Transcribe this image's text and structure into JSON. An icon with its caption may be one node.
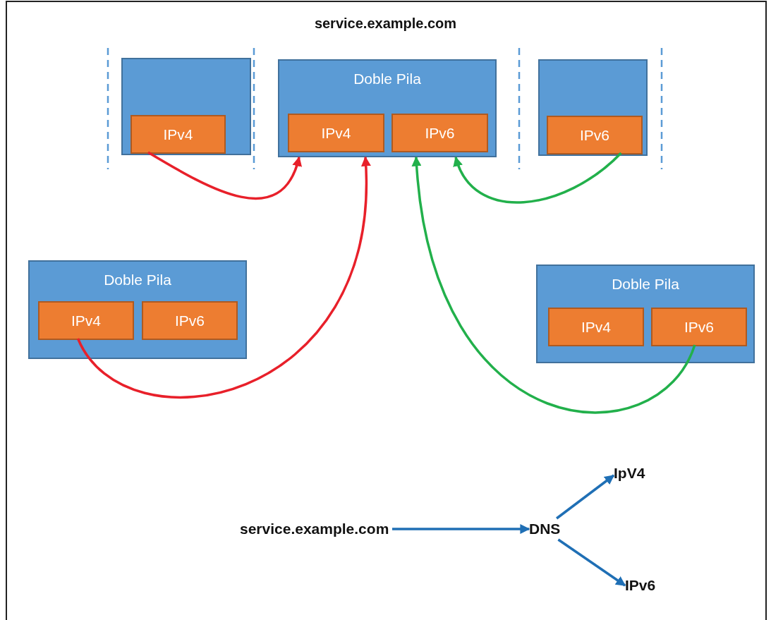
{
  "diagram": {
    "title": "service.example.com",
    "nodes": [
      {
        "text": [],
        "shape": "box"
      },
      {
        "text": [
          "IPv4"
        ],
        "in": 0
      },
      {
        "text": [
          "Doble Pila"
        ]
      },
      {
        "text": [
          "IPv4"
        ],
        "in": 2
      },
      {
        "text": [
          "IPv6"
        ],
        "in": 2
      },
      {
        "text": [],
        "shape": "box"
      },
      {
        "text": [
          "IPv6"
        ],
        "in": 5
      },
      {
        "text": [
          "Doble Pila"
        ]
      },
      {
        "text": [
          "IPv4"
        ],
        "in": 7
      },
      {
        "text": [
          "IPv6"
        ],
        "in": 7
      },
      {
        "text": [
          "Doble Pila"
        ]
      },
      {
        "text": [
          "IPv4"
        ],
        "in": 10
      },
      {
        "text": [
          "IPv6"
        ],
        "in": 10
      },
      {
        "text": [
          "service.example.com"
        ]
      },
      {
        "text": [
          "DNS"
        ]
      },
      {
        "text": [
          "IpV4"
        ]
      },
      {
        "text": [
          "IPv6"
        ]
      }
    ],
    "edges": [
      {
        "from": 1,
        "to": 2,
        "arrow": "to",
        "color": "#e8202a"
      },
      {
        "from": 8,
        "to": 2,
        "arrow": "to",
        "color": "#e8202a"
      },
      {
        "from": 6,
        "to": 2,
        "arrow": "to",
        "color": "#22b04b"
      },
      {
        "from": 12,
        "to": 2,
        "arrow": "to",
        "color": "#22b04b"
      },
      {
        "from": 13,
        "to": 14,
        "arrow": "to",
        "color": "#1f6fb5"
      },
      {
        "from": 14,
        "to": 15,
        "arrow": "to",
        "color": "#1f6fb5"
      },
      {
        "from": 14,
        "to": 16,
        "arrow": "to",
        "color": "#1f6fb5"
      }
    ]
  }
}
